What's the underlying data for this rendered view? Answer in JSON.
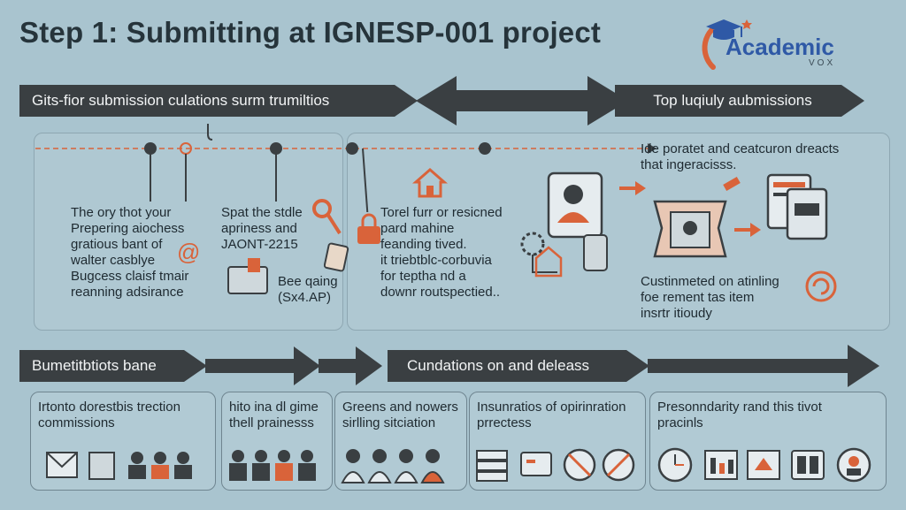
{
  "header": {
    "title": "Step 1:  Submitting at IGNESP-001 project",
    "logo_name": "Academic",
    "logo_sub": "VOX"
  },
  "top_banners": [
    "Gits-fior submission culations surm trumiltios",
    "Top luqiuly aubmissions"
  ],
  "timeline": {
    "col1": [
      "The ory thot your",
      "Prepering aiochess",
      "gratious bant of",
      "walter casblye",
      "Bugcess claisf tmair",
      "reanning adsirance"
    ],
    "col2": [
      "Spat the stdle",
      "apriness and",
      "JAONT-2215"
    ],
    "col2b": [
      "Bee qaing",
      "(Sx4.AP)"
    ],
    "col3": [
      "Torel furr or resicned",
      "pard mahine",
      "feanding tived.",
      "it triebtblc-corbuvia",
      "for teptha nd a",
      "downr routspectied.."
    ],
    "right_top": [
      "Ide poratet and ceatcuron dreacts",
      "that ingeracisss."
    ],
    "right_bottom": [
      "Custinmeted on atinling",
      "foe rement tas item",
      "insrtr itioudy"
    ]
  },
  "bottom_banners": [
    "Bumetitbtiots bane",
    "Cundations on and deleass"
  ],
  "cells": [
    {
      "text": [
        "Irtonto dorestbis trection",
        "commissions"
      ]
    },
    {
      "text": [
        "hito ina dl gime",
        "thell prainesss"
      ]
    },
    {
      "text": [
        "Greens and nowers",
        "sirlling sitciation"
      ]
    },
    {
      "text": [
        "Insunratios of opirinration",
        "prrectess"
      ]
    },
    {
      "text": [
        "Presonndarity rand this tivot",
        "pracinls"
      ]
    }
  ],
  "colors": {
    "background": "#a9c4cf",
    "banner": "#3a3f42",
    "accent": "#d9633a",
    "logo_blue": "#2f59a6"
  }
}
